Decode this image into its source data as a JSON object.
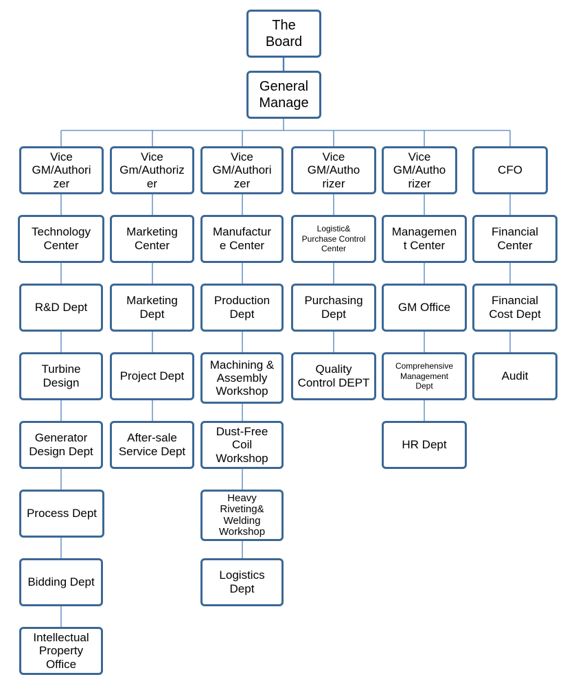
{
  "diagram": {
    "border_color": "#3b6895",
    "line_color": "#4f81bd",
    "nodes": [
      {
        "id": "board",
        "label": "The\nBoard"
      },
      {
        "id": "gm",
        "label": "General\nManage"
      },
      {
        "id": "vgm1",
        "label": "Vice\nGM/Authori\nzer"
      },
      {
        "id": "vgm2",
        "label": "Vice\nGm/Authoriz\ner"
      },
      {
        "id": "vgm3",
        "label": "Vice\nGM/Authori\nzer"
      },
      {
        "id": "vgm4",
        "label": "Vice\nGM/Autho\nrizer"
      },
      {
        "id": "vgm5",
        "label": "Vice\nGM/Autho\nrizer"
      },
      {
        "id": "cfo",
        "label": "CFO"
      },
      {
        "id": "tech_center",
        "label": "Technology\nCenter"
      },
      {
        "id": "rd_dept",
        "label": "R&D Dept"
      },
      {
        "id": "turbine_design",
        "label": "Turbine\nDesign"
      },
      {
        "id": "generator_design",
        "label": "Generator\nDesign Dept"
      },
      {
        "id": "process_dept",
        "label": "Process Dept"
      },
      {
        "id": "bidding_dept",
        "label": "Bidding Dept"
      },
      {
        "id": "ip_office",
        "label": "Intellectual\nProperty\nOffice"
      },
      {
        "id": "marketing_center",
        "label": "Marketing\nCenter"
      },
      {
        "id": "marketing_dept",
        "label": "Marketing\nDept"
      },
      {
        "id": "project_dept",
        "label": "Project Dept"
      },
      {
        "id": "aftersale",
        "label": "After-sale\nService Dept"
      },
      {
        "id": "manufacture_center",
        "label": "Manufactur\ne Center"
      },
      {
        "id": "production_dept",
        "label": "Production\nDept"
      },
      {
        "id": "machining",
        "label": "Machining &\nAssembly\nWorkshop"
      },
      {
        "id": "dustfree",
        "label": "Dust-Free\nCoil\nWorkshop"
      },
      {
        "id": "riveting",
        "label": "Heavy\nRiveting&\nWelding\nWorkshop"
      },
      {
        "id": "logistics_dept",
        "label": "Logistics\nDept"
      },
      {
        "id": "logistic_center",
        "label": "Logistic&\nPurchase Control\nCenter"
      },
      {
        "id": "purchasing_dept",
        "label": "Purchasing\nDept"
      },
      {
        "id": "quality_dept",
        "label": "Quality\nControl DEPT"
      },
      {
        "id": "management_center",
        "label": "Managemen\nt Center"
      },
      {
        "id": "gm_office",
        "label": "GM Office"
      },
      {
        "id": "comp_mgmt",
        "label": "Comprehensive\nManagement\nDept"
      },
      {
        "id": "hr_dept",
        "label": "HR Dept"
      },
      {
        "id": "financial_center",
        "label": "Financial\nCenter"
      },
      {
        "id": "financial_cost",
        "label": "Financial\nCost Dept"
      },
      {
        "id": "audit",
        "label": "Audit"
      }
    ]
  }
}
